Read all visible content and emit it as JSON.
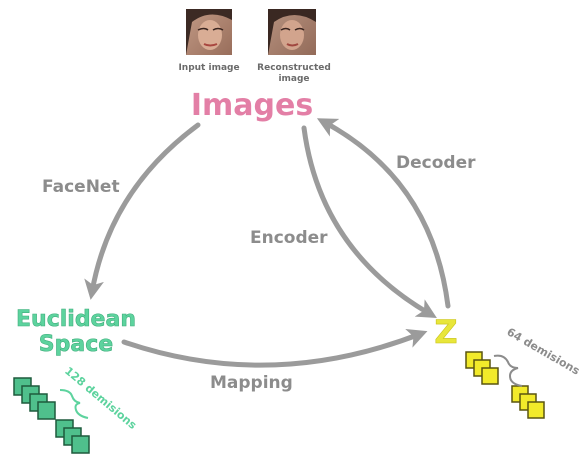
{
  "title": "Images",
  "photos": {
    "input_caption": "Input image",
    "reconstructed_caption_line1": "Reconstructed",
    "reconstructed_caption_line2": "image"
  },
  "nodes": {
    "euclidean_line1": "Euclidean",
    "euclidean_line2": "Space",
    "z": "Z"
  },
  "edges": {
    "facenet": "FaceNet",
    "encoder": "Encoder",
    "decoder": "Decoder",
    "mapping": "Mapping"
  },
  "dimensions": {
    "euclidean": "128 demisions",
    "z": "64 demisions"
  },
  "colors": {
    "title": "#e37fa6",
    "euclidean": "#5dd39e",
    "z": "#e8e63a",
    "arrow": "#9b9b9b",
    "label": "#8c8c8c",
    "green_square": "#4fc08c",
    "yellow_square": "#f2ea2a"
  }
}
